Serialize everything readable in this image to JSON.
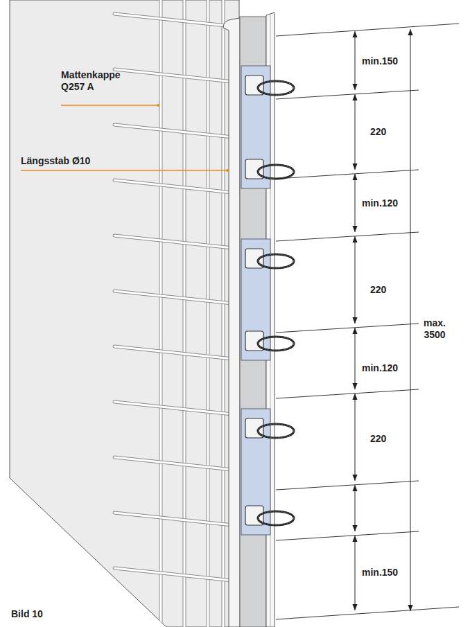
{
  "diagram": {
    "caption": "Bild 10",
    "labels": [
      "Mattenkappe Q257 A",
      "Längsstab Ø10",
      "min.150",
      "220",
      "min.120",
      "220",
      "min.120",
      "220",
      "min.150",
      "max. 3500"
    ]
  }
}
